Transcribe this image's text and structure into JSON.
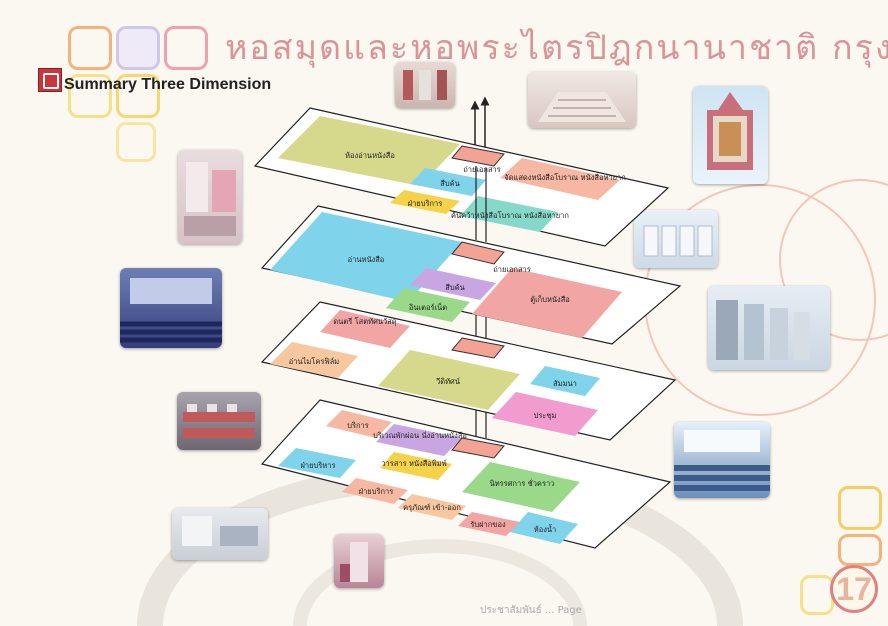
{
  "title": "หอสมุดและหอพระไตรปิฎกนานาชาติ กรุงเทพฯ",
  "subtitle": "Summary Three Dimension",
  "footer": "ประชาสัมพันธ์ ... Page",
  "page_label": "Page",
  "page_number": "17",
  "colors": {
    "olive": "#d6d98c",
    "blue": "#7fd3ea",
    "pink": "#f2a6a4",
    "salmon": "#f6b8a2",
    "yellow": "#f4d24a",
    "teal": "#86d8c9",
    "purple": "#c9a6e1",
    "green": "#9ad98a",
    "peach": "#f7c7a0",
    "magenta": "#f19bcf",
    "stair": "#f3a393"
  },
  "floors": [
    {
      "id": "floor-4",
      "zones": [
        {
          "label": "ห้องอ่านหนังสือ",
          "color": "olive"
        },
        {
          "label": "ถ่ายเอกสาร",
          "color": "salmon"
        },
        {
          "label": "จัดแสดงหนังสือโบราณ หนังสือหายาก",
          "color": "pink"
        },
        {
          "label": "สืบค้น",
          "color": "blue"
        },
        {
          "label": "ฝ่ายบริการ",
          "color": "yellow"
        },
        {
          "label": "ค้นคว้าหนังสือโบราณ หนังสือหายาก",
          "color": "teal"
        }
      ]
    },
    {
      "id": "floor-3",
      "zones": [
        {
          "label": "อ่านหนังสือ",
          "color": "blue"
        },
        {
          "label": "ถ่ายเอกสาร",
          "color": "salmon"
        },
        {
          "label": "สืบค้น",
          "color": "purple"
        },
        {
          "label": "อินเตอร์เน็ต",
          "color": "green"
        },
        {
          "label": "ตู้เก็บหนังสือ",
          "color": "pink"
        }
      ]
    },
    {
      "id": "floor-2",
      "zones": [
        {
          "label": "ดนตรี โสตทัศนวัสดุ",
          "color": "pink"
        },
        {
          "label": "อ่านไมโครฟิล์ม",
          "color": "peach"
        },
        {
          "label": "วีดิทัศน์",
          "color": "olive"
        },
        {
          "label": "สัมมนา",
          "color": "blue"
        },
        {
          "label": "ประชุม",
          "color": "magenta"
        }
      ]
    },
    {
      "id": "floor-1",
      "zones": [
        {
          "label": "บริการ",
          "color": "salmon"
        },
        {
          "label": "บริเวณพักผ่อน นั่งอ่านหนังสือ",
          "color": "purple"
        },
        {
          "label": "ฝ่ายบริหาร",
          "color": "blue"
        },
        {
          "label": "วารสาร หนังสือพิมพ์",
          "color": "yellow"
        },
        {
          "label": "ฝ่ายบริการ",
          "color": "salmon"
        },
        {
          "label": "นิทรรศการ ชั่วคราว",
          "color": "green"
        },
        {
          "label": "ครุภัณฑ์ เข้า-ออก",
          "color": "peach"
        },
        {
          "label": "ห้องน้ำ",
          "color": "blue"
        },
        {
          "label": "รับฝากของ",
          "color": "pink"
        }
      ]
    }
  ],
  "photos": [
    {
      "name": "photo-library-shelves-top"
    },
    {
      "name": "photo-stairs-top"
    },
    {
      "name": "photo-ornament-gold"
    },
    {
      "name": "photo-reading-room-left"
    },
    {
      "name": "photo-cabinets-right"
    },
    {
      "name": "photo-auditorium-blue"
    },
    {
      "name": "photo-bookstacks-right"
    },
    {
      "name": "photo-computer-lab"
    },
    {
      "name": "photo-seminar-room"
    },
    {
      "name": "photo-office-left"
    },
    {
      "name": "photo-corridor"
    }
  ]
}
